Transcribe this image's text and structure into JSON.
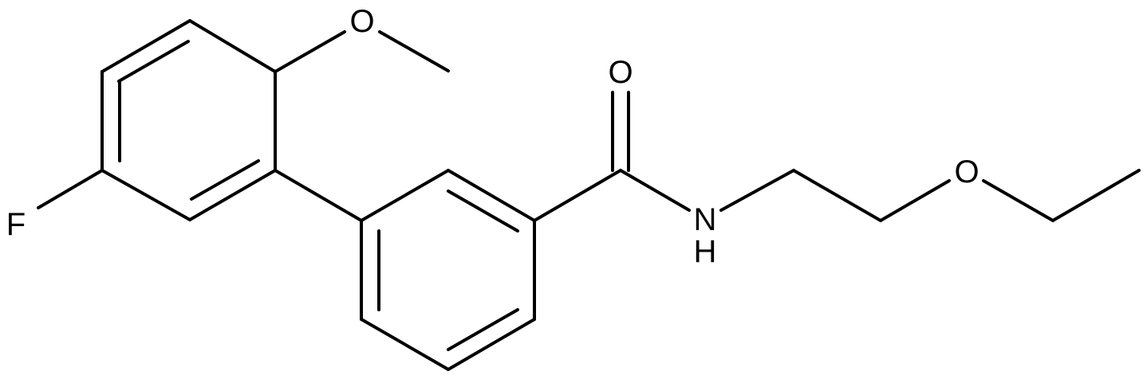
{
  "molecule": {
    "atoms": {
      "oxygen_carbonyl": "O",
      "oxygen_methoxy": "O",
      "oxygen_ether": "O",
      "nitrogen": "N",
      "nitrogen_hydrogen": "H",
      "fluorine": "F"
    }
  },
  "colors": {
    "bond": "#000000",
    "text": "#000000",
    "background": "#ffffff"
  }
}
